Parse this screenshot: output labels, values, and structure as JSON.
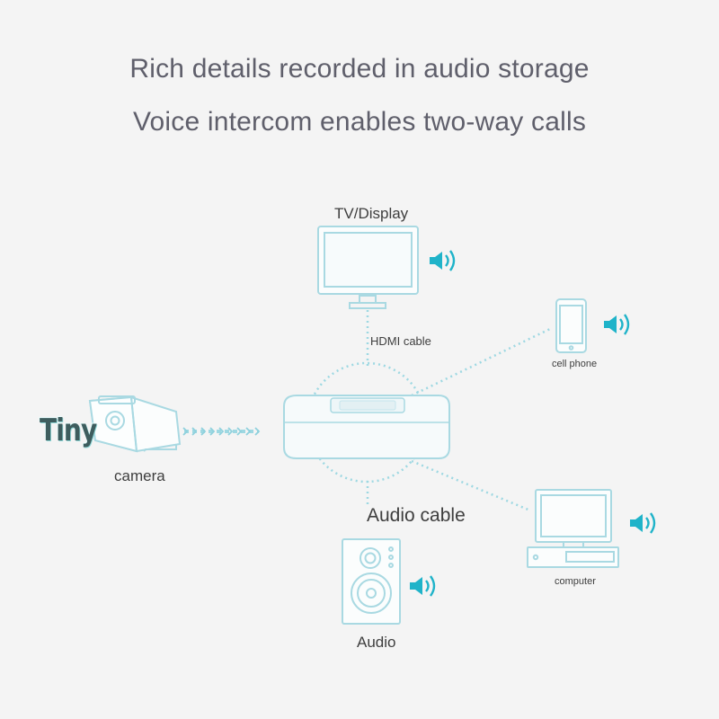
{
  "headline": {
    "line1": "Rich details recorded in audio storage",
    "line2": "Voice intercom enables two-way calls"
  },
  "devices": {
    "tv": "TV/Display",
    "phone": "cell phone",
    "camera": "camera",
    "computer": "computer",
    "audio": "Audio"
  },
  "cables": {
    "hdmi": "HDMI cable",
    "audio": "Audio cable"
  },
  "brand": "Tiny",
  "colors": {
    "accent": "#1fb3c9",
    "line": "#9ed8e2",
    "text": "#5f5f6b",
    "outline": "#a9d9e2"
  },
  "icons": [
    "speaker-sound-icon",
    "tv-icon",
    "phone-icon",
    "camera-icon",
    "computer-icon",
    "loudspeaker-icon",
    "nvr-hub-icon"
  ]
}
